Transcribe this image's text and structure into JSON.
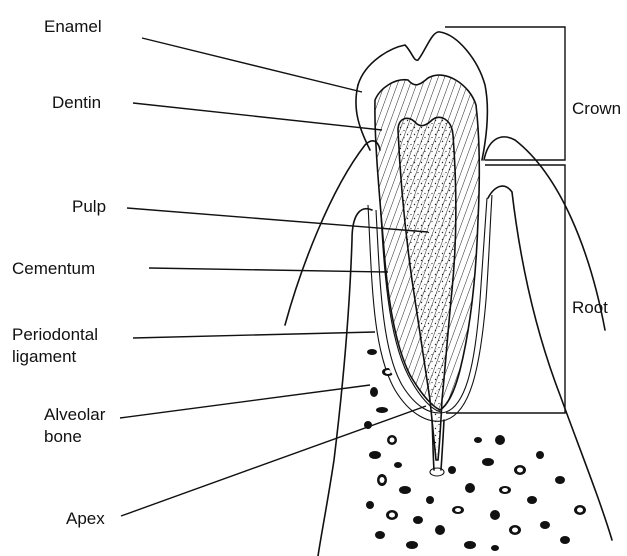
{
  "labels": {
    "enamel": "Enamel",
    "dentin": "Dentin",
    "pulp": "Pulp",
    "cementum": "Cementum",
    "periodontal_line1": "Periodontal",
    "periodontal_line2": "ligament",
    "alveolar_line1": "Alveolar",
    "alveolar_line2": "bone",
    "apex": "Apex",
    "crown": "Crown",
    "root": "Root"
  }
}
